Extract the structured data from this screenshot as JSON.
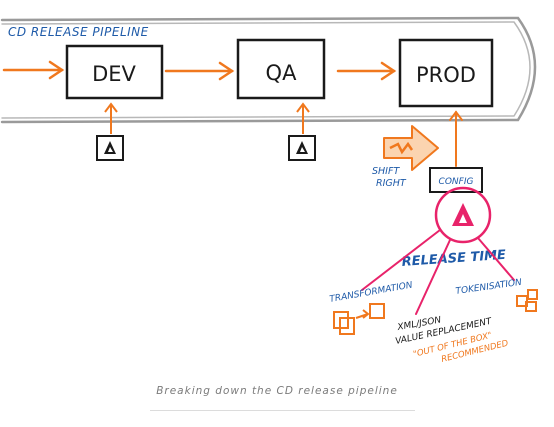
{
  "diagram": {
    "pipeline_label": "CD RELEASE PIPELINE",
    "stages": [
      "DEV",
      "QA",
      "PROD"
    ],
    "shift_right_label": [
      "SHIFT",
      "RIGHT"
    ],
    "config_label": "CONFIG",
    "release_time_label": "RELEASE TIME",
    "transformation_label": "TRANSFORMATION",
    "tokenization_label": "TOKENISATION",
    "xml_json_label": [
      "XML/JSON",
      "VALUE REPLACEMENT"
    ],
    "out_of_box_label": [
      "\"OUT OF THE BOX\"",
      "RECOMMENDED"
    ],
    "colors": {
      "ink": "#1a1a1a",
      "blue": "#1e5aa8",
      "orange": "#f0781e",
      "magenta": "#e8236a",
      "pipe": "#9a9a9a"
    }
  },
  "caption": "Breaking down the CD release pipeline"
}
